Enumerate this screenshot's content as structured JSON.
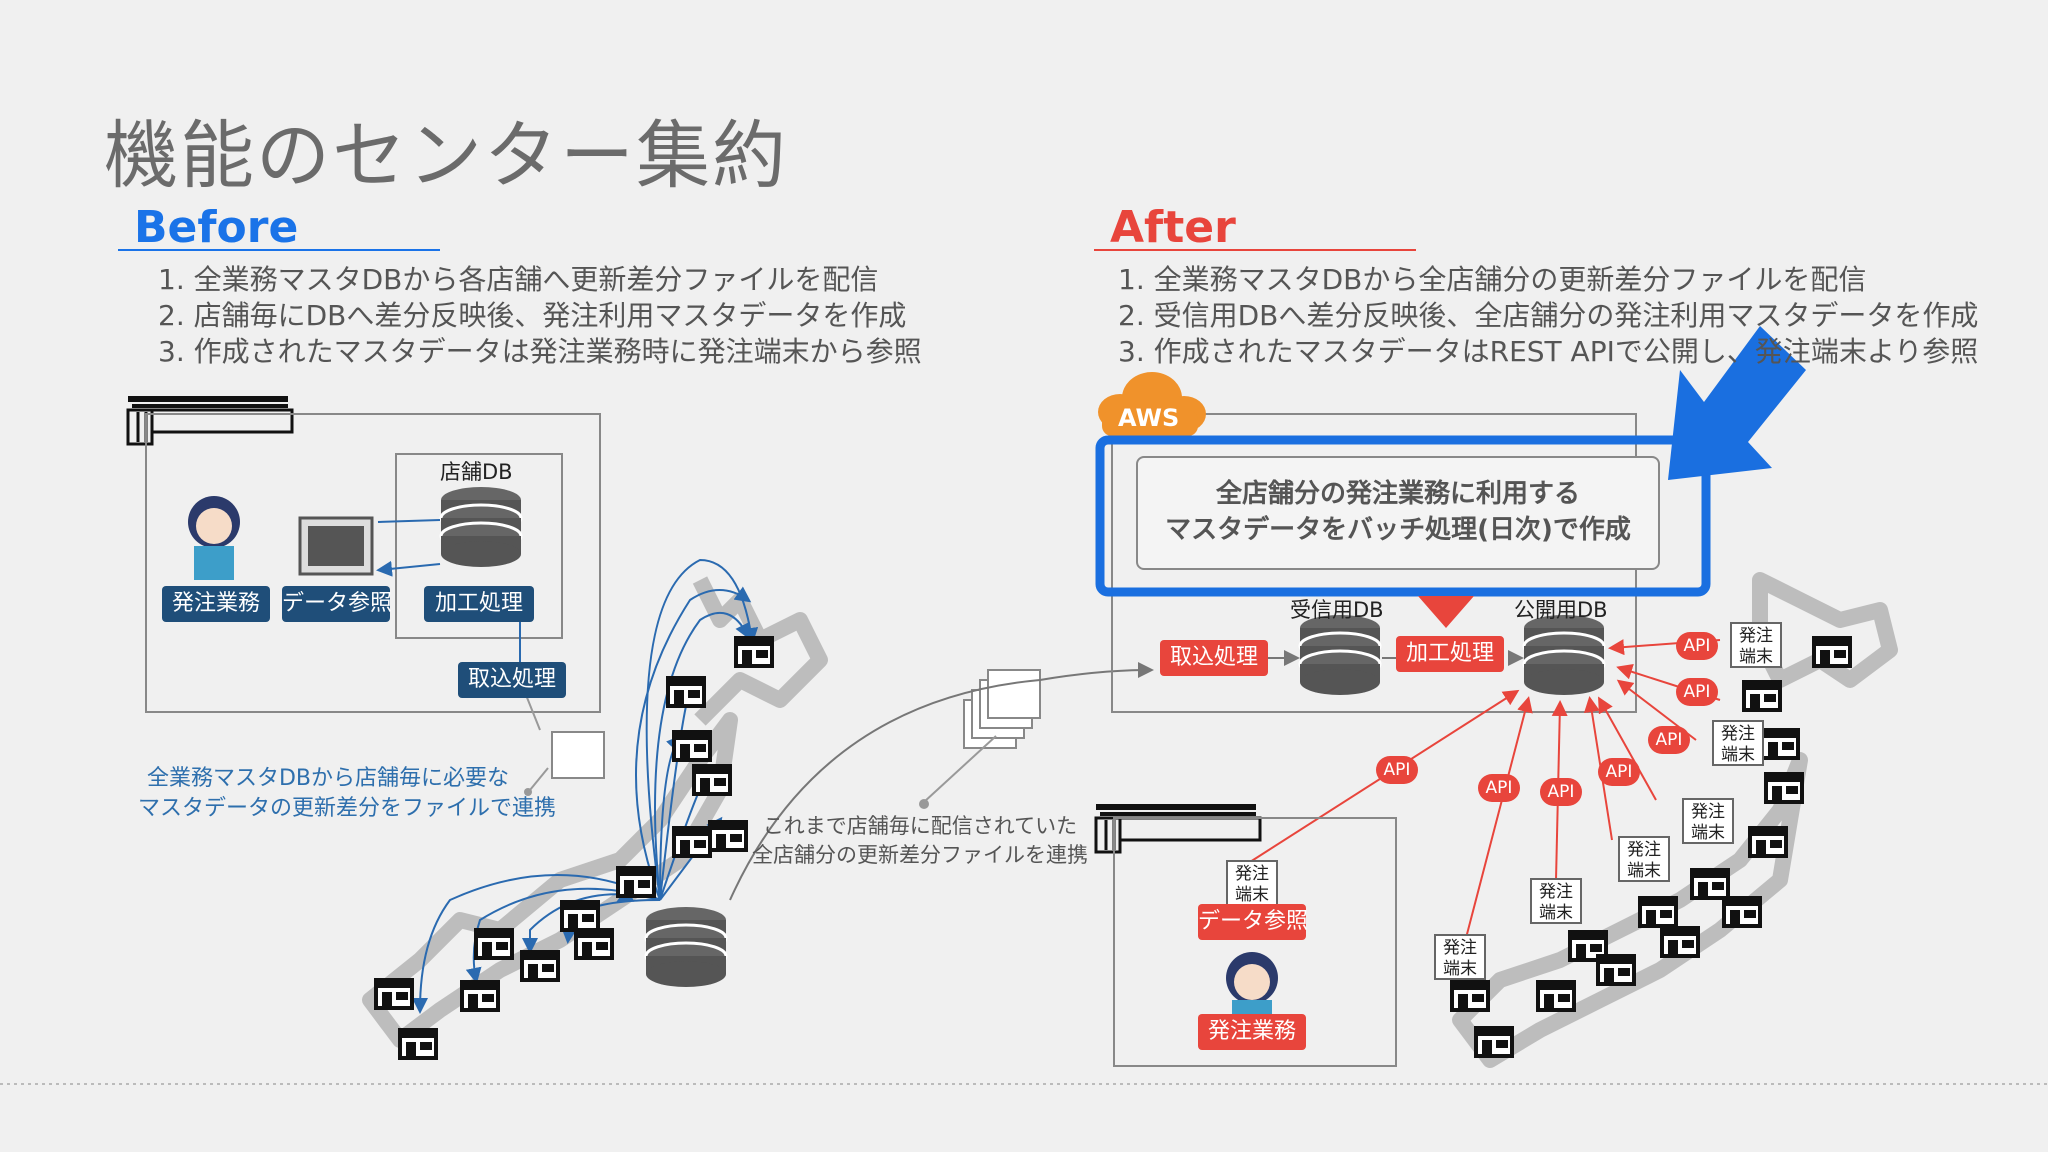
{
  "slide": {
    "title": "機能のセンター集約"
  },
  "before": {
    "heading": "Before",
    "steps": [
      "1. 全業務マスタDBから各店舗へ更新差分ファイルを配信",
      "2. 店舗毎にDBへ差分反映後、発注利用マスタデータを作成",
      "3. 作成されたマスタデータは発注業務時に発注端末から参照"
    ],
    "store_db_label": "店舗DB",
    "labels": {
      "order_work": "発注業務",
      "data_ref": "データ参照",
      "processing": "加工処理",
      "import": "取込処理"
    },
    "caption": [
      "全業務マスタDBから店舗毎に必要な",
      "マスタデータの更新差分をファイルで連携"
    ]
  },
  "after": {
    "heading": "After",
    "steps": [
      "1. 全業務マスタDBから全店舗分の更新差分ファイルを配信",
      "2. 受信用DBへ差分反映後、全店舗分の発注利用マスタデータを作成",
      "3. 作成されたマスタデータはREST APIで公開し、発注端末より参照"
    ],
    "aws_label": "AWS",
    "batch_box": [
      "全店舗分の発注業務に利用する",
      "マスタデータをバッチ処理(日次)で作成"
    ],
    "receive_db_label": "受信用DB",
    "public_db_label": "公開用DB",
    "labels": {
      "import": "取込処理",
      "processing": "加工処理",
      "data_ref": "データ参照",
      "order_work": "発注業務"
    },
    "api_label": "API",
    "terminal_label": "発注\n端末",
    "caption": [
      "これまで店舗毎に配信されていた",
      "全店舗分の更新差分ファイルを連携"
    ]
  },
  "colors": {
    "before_accent": "#1a73e8",
    "after_accent": "#e8453c",
    "dark_label": "#1f4e79",
    "aws_orange": "#f0922b",
    "highlight_blue": "#1a6fe0"
  }
}
